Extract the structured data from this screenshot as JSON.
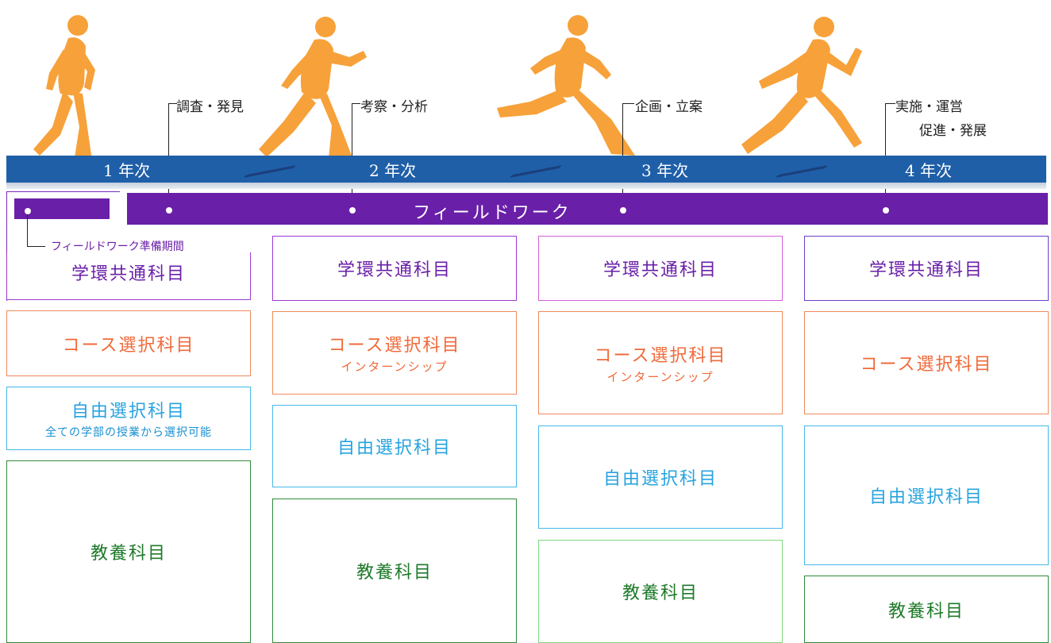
{
  "stages": {
    "survey": "調査・発見",
    "analysis": "考察・分析",
    "planning": "企画・立案",
    "implement_line1": "実施・運営",
    "implement_line2": "促進・発展"
  },
  "years": [
    "1 年次",
    "2 年次",
    "3 年次",
    "4 年次"
  ],
  "fieldwork": {
    "label": "フィールドワーク",
    "prep_label": "フィールドワーク準備期間"
  },
  "columns": [
    {
      "common": "学環共通科目",
      "course": "コース選択科目",
      "course_sub": "",
      "free": "自由選択科目",
      "free_sub": "全ての学部の授業から選択可能",
      "liberal": "教養科目"
    },
    {
      "common": "学環共通科目",
      "course": "コース選択科目",
      "course_sub": "インターンシップ",
      "free": "自由選択科目",
      "free_sub": "",
      "liberal": "教養科目"
    },
    {
      "common": "学環共通科目",
      "course": "コース選択科目",
      "course_sub": "インターンシップ",
      "free": "自由選択科目",
      "free_sub": "",
      "liberal": "教養科目"
    },
    {
      "common": "学環共通科目",
      "course": "コース選択科目",
      "course_sub": "",
      "free": "自由選択科目",
      "free_sub": "",
      "liberal": "教養科目"
    }
  ],
  "colors": {
    "year_bar": "#1f5fa8",
    "fieldwork_bar": "#6a1fa8",
    "runner": "#f7a13a",
    "common": "#9b3bd1",
    "course": "#f06a3a",
    "free": "#26a3e0",
    "liberal": "#1e7a2a"
  },
  "icons": [
    "runner-icon"
  ]
}
